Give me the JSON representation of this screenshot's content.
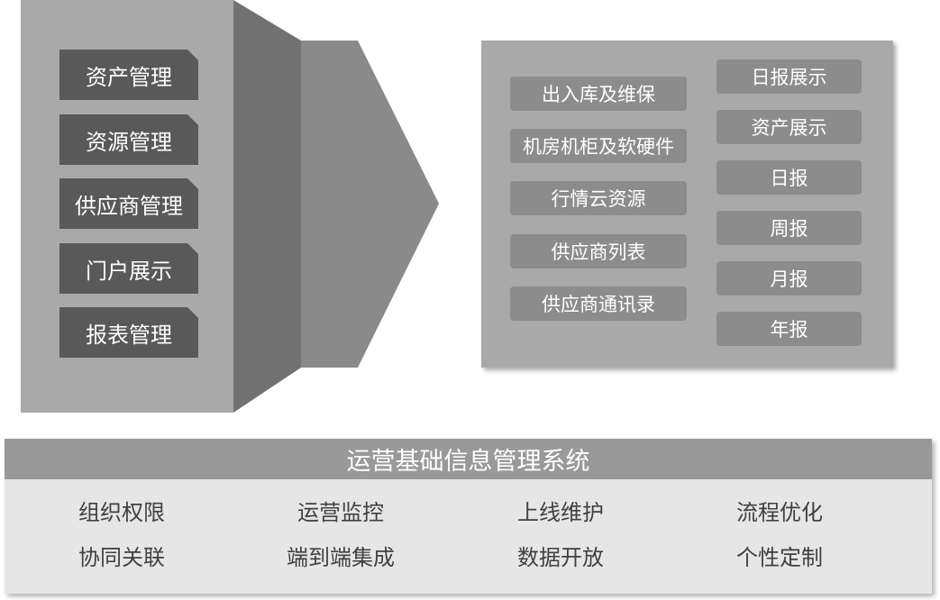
{
  "left_menu": [
    "资产管理",
    "资源管理",
    "供应商管理",
    "门户展示",
    "报表管理"
  ],
  "right_panel": {
    "column_a": [
      "出入库及维保",
      "机房机柜及软硬件",
      "行情云资源",
      "供应商列表",
      "供应商通讯录"
    ],
    "column_b": [
      "日报展示",
      "资产展示",
      "日报",
      "周报",
      "月报",
      "年报"
    ]
  },
  "base": {
    "title": "运营基础信息管理系统",
    "row1": [
      "组织权限",
      "运营监控",
      "上线维护",
      "流程优化"
    ],
    "row2": [
      "协同关联",
      "端到端集成",
      "数据开放",
      "个性定制"
    ]
  },
  "colors": {
    "block_light": "#a9a9a9",
    "block_mid": "#8a8a8a",
    "block_dark": "#727272",
    "menu_dark": "#595959",
    "pill": "#8c8c8c",
    "base_bg": "#e6e6e6",
    "base_header": "#999999"
  }
}
